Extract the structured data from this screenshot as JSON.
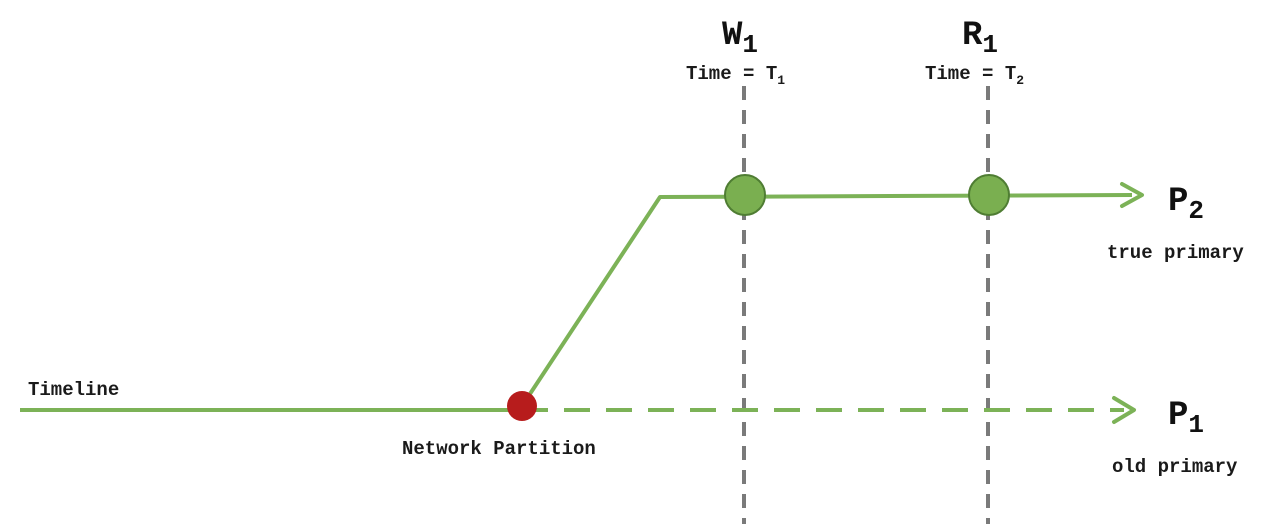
{
  "timeline_label": "Timeline",
  "partition_label": "Network Partition",
  "write_event": {
    "letter": "W",
    "subscript": "1",
    "time_prefix": "Time = T",
    "time_subscript": "1"
  },
  "read_event": {
    "letter": "R",
    "subscript": "1",
    "time_prefix": "Time = T",
    "time_subscript": "2"
  },
  "new_primary": {
    "letter": "P",
    "subscript": "2",
    "caption": "true primary"
  },
  "old_primary": {
    "letter": "P",
    "subscript": "1",
    "caption": "old primary"
  },
  "colors": {
    "timeline_green": "#7cb257",
    "node_fill": "#7aaf50",
    "node_stroke": "#4f7d33",
    "partition_red": "#b71c1c",
    "event_line_gray": "#7a7a7a"
  }
}
